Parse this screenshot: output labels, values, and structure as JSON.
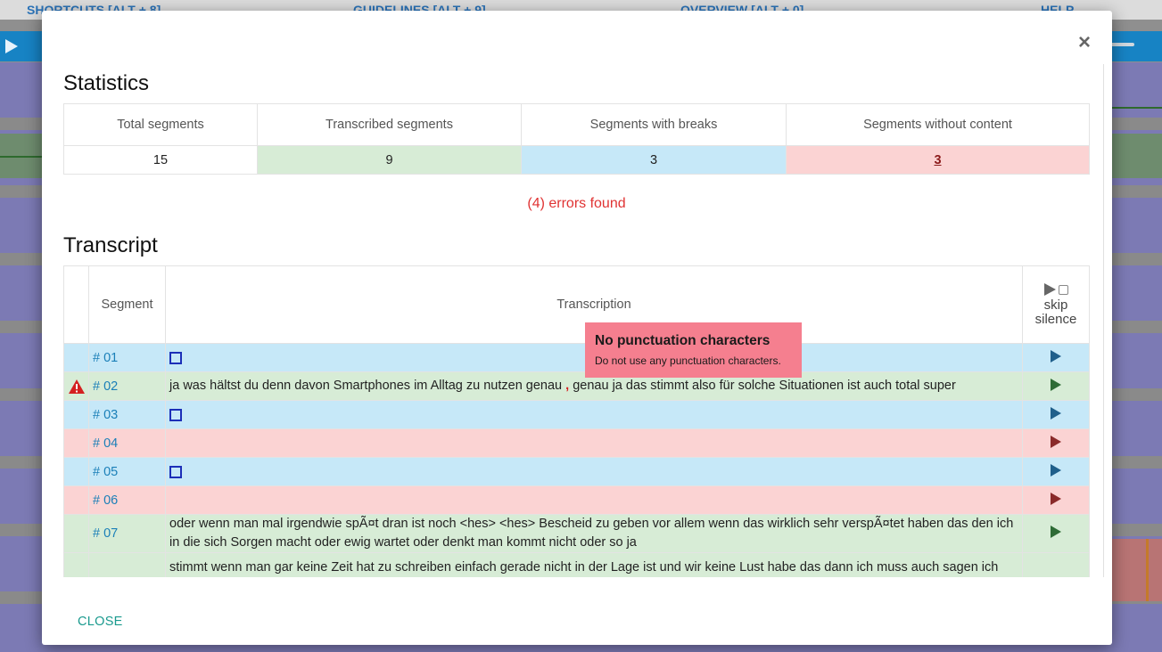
{
  "background": {
    "topbar": {
      "shortcuts": "SHORTCUTS [ALT + 8]",
      "guidelines": "GUIDELINES [ALT + 9]",
      "overview": "OVERVIEW [ALT + 0]",
      "help": "HELP"
    }
  },
  "modal": {
    "close_icon": "×",
    "statistics": {
      "title": "Statistics",
      "headers": [
        "Total segments",
        "Transcribed segments",
        "Segments with breaks",
        "Segments without content"
      ],
      "values": [
        "15",
        "9",
        "3",
        "3"
      ]
    },
    "errors_found": "(4) errors found",
    "transcript": {
      "title": "Transcript",
      "headers": {
        "segment": "Segment",
        "transcription": "Transcription",
        "skip_silence": "skip silence"
      },
      "rows": [
        {
          "segment": "# 01",
          "type": "break",
          "text": ""
        },
        {
          "segment": "# 02",
          "type": "transcribed",
          "warning": true,
          "text_before": "ja was hältst du denn davon Smartphones im Alltag zu nutzen genau",
          "punct": ",",
          "text_after": "genau ja das stimmt also für solche Situationen ist auch total super"
        },
        {
          "segment": "# 03",
          "type": "break",
          "text": ""
        },
        {
          "segment": "# 04",
          "type": "empty",
          "text": ""
        },
        {
          "segment": "# 05",
          "type": "break",
          "text": ""
        },
        {
          "segment": "# 06",
          "type": "empty",
          "text": ""
        },
        {
          "segment": "# 07",
          "type": "transcribed",
          "text": "oder wenn man mal irgendwie spÃ¤t dran ist noch <hes> <hes> Bescheid zu geben vor allem wenn das wirklich sehr verspÃ¤tet haben das den ich in die sich Sorgen macht oder ewig wartet oder denkt man kommt nicht oder so ja"
        },
        {
          "segment": "",
          "type": "transcribed",
          "text": "stimmt wenn man gar keine Zeit hat zu schreiben einfach gerade nicht in der Lage ist und wir keine Lust habe das dann ich muss auch sagen ich"
        }
      ]
    },
    "tooltip": {
      "title": "No punctuation characters",
      "body": "Do not use any punctuation characters."
    },
    "close_button": "CLOSE"
  },
  "colors": {
    "transcribed": "#d7ecd6",
    "break": "#c6e8f8",
    "empty": "#fbd3d3",
    "error_text": "#e03333",
    "tooltip": "#f57f8f",
    "close_button": "#1a9a8e"
  },
  "icons": {
    "warning": "warning-triangle-icon",
    "play": "play-icon",
    "close": "close-icon"
  }
}
